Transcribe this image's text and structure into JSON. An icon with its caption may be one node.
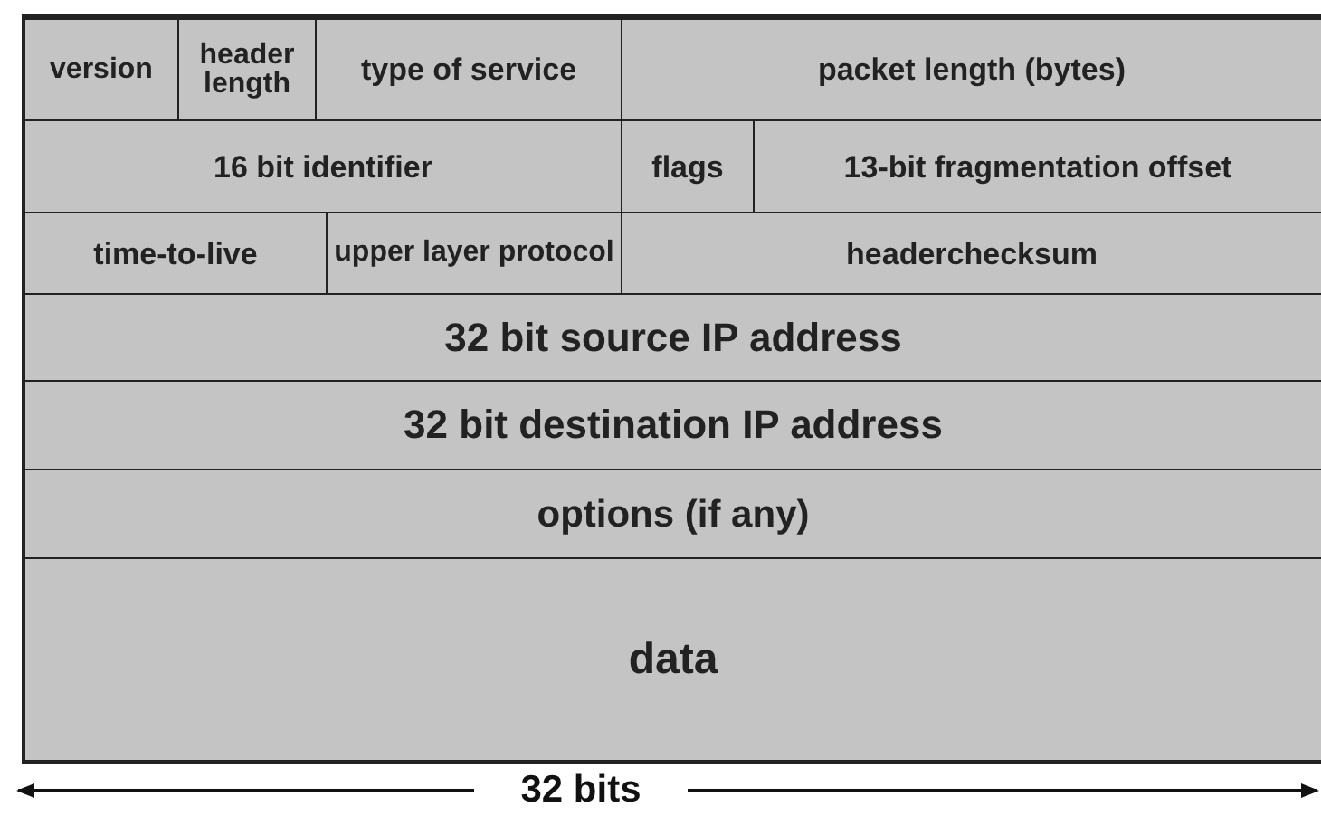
{
  "diagram": {
    "nodes": [
      {
        "text": [
          "version"
        ]
      },
      {
        "text": [
          "header length"
        ]
      },
      {
        "text": [
          "type of service"
        ]
      },
      {
        "text": [
          "packet length (bytes)"
        ]
      },
      {
        "text": [
          "16 bit identifier"
        ]
      },
      {
        "text": [
          "flags"
        ]
      },
      {
        "text": [
          "13-bit fragmentation offset"
        ]
      },
      {
        "text": [
          "time-to-live"
        ]
      },
      {
        "text": [
          "upper layer protocol"
        ]
      },
      {
        "text": [
          "headerchecksum"
        ]
      },
      {
        "text": [
          "32 bit source IP address"
        ]
      },
      {
        "text": [
          "32 bit destination IP address"
        ]
      },
      {
        "text": [
          "options (if any)"
        ]
      },
      {
        "text": [
          "data"
        ]
      }
    ],
    "edges": [],
    "labels": [
      "32 bits"
    ]
  }
}
